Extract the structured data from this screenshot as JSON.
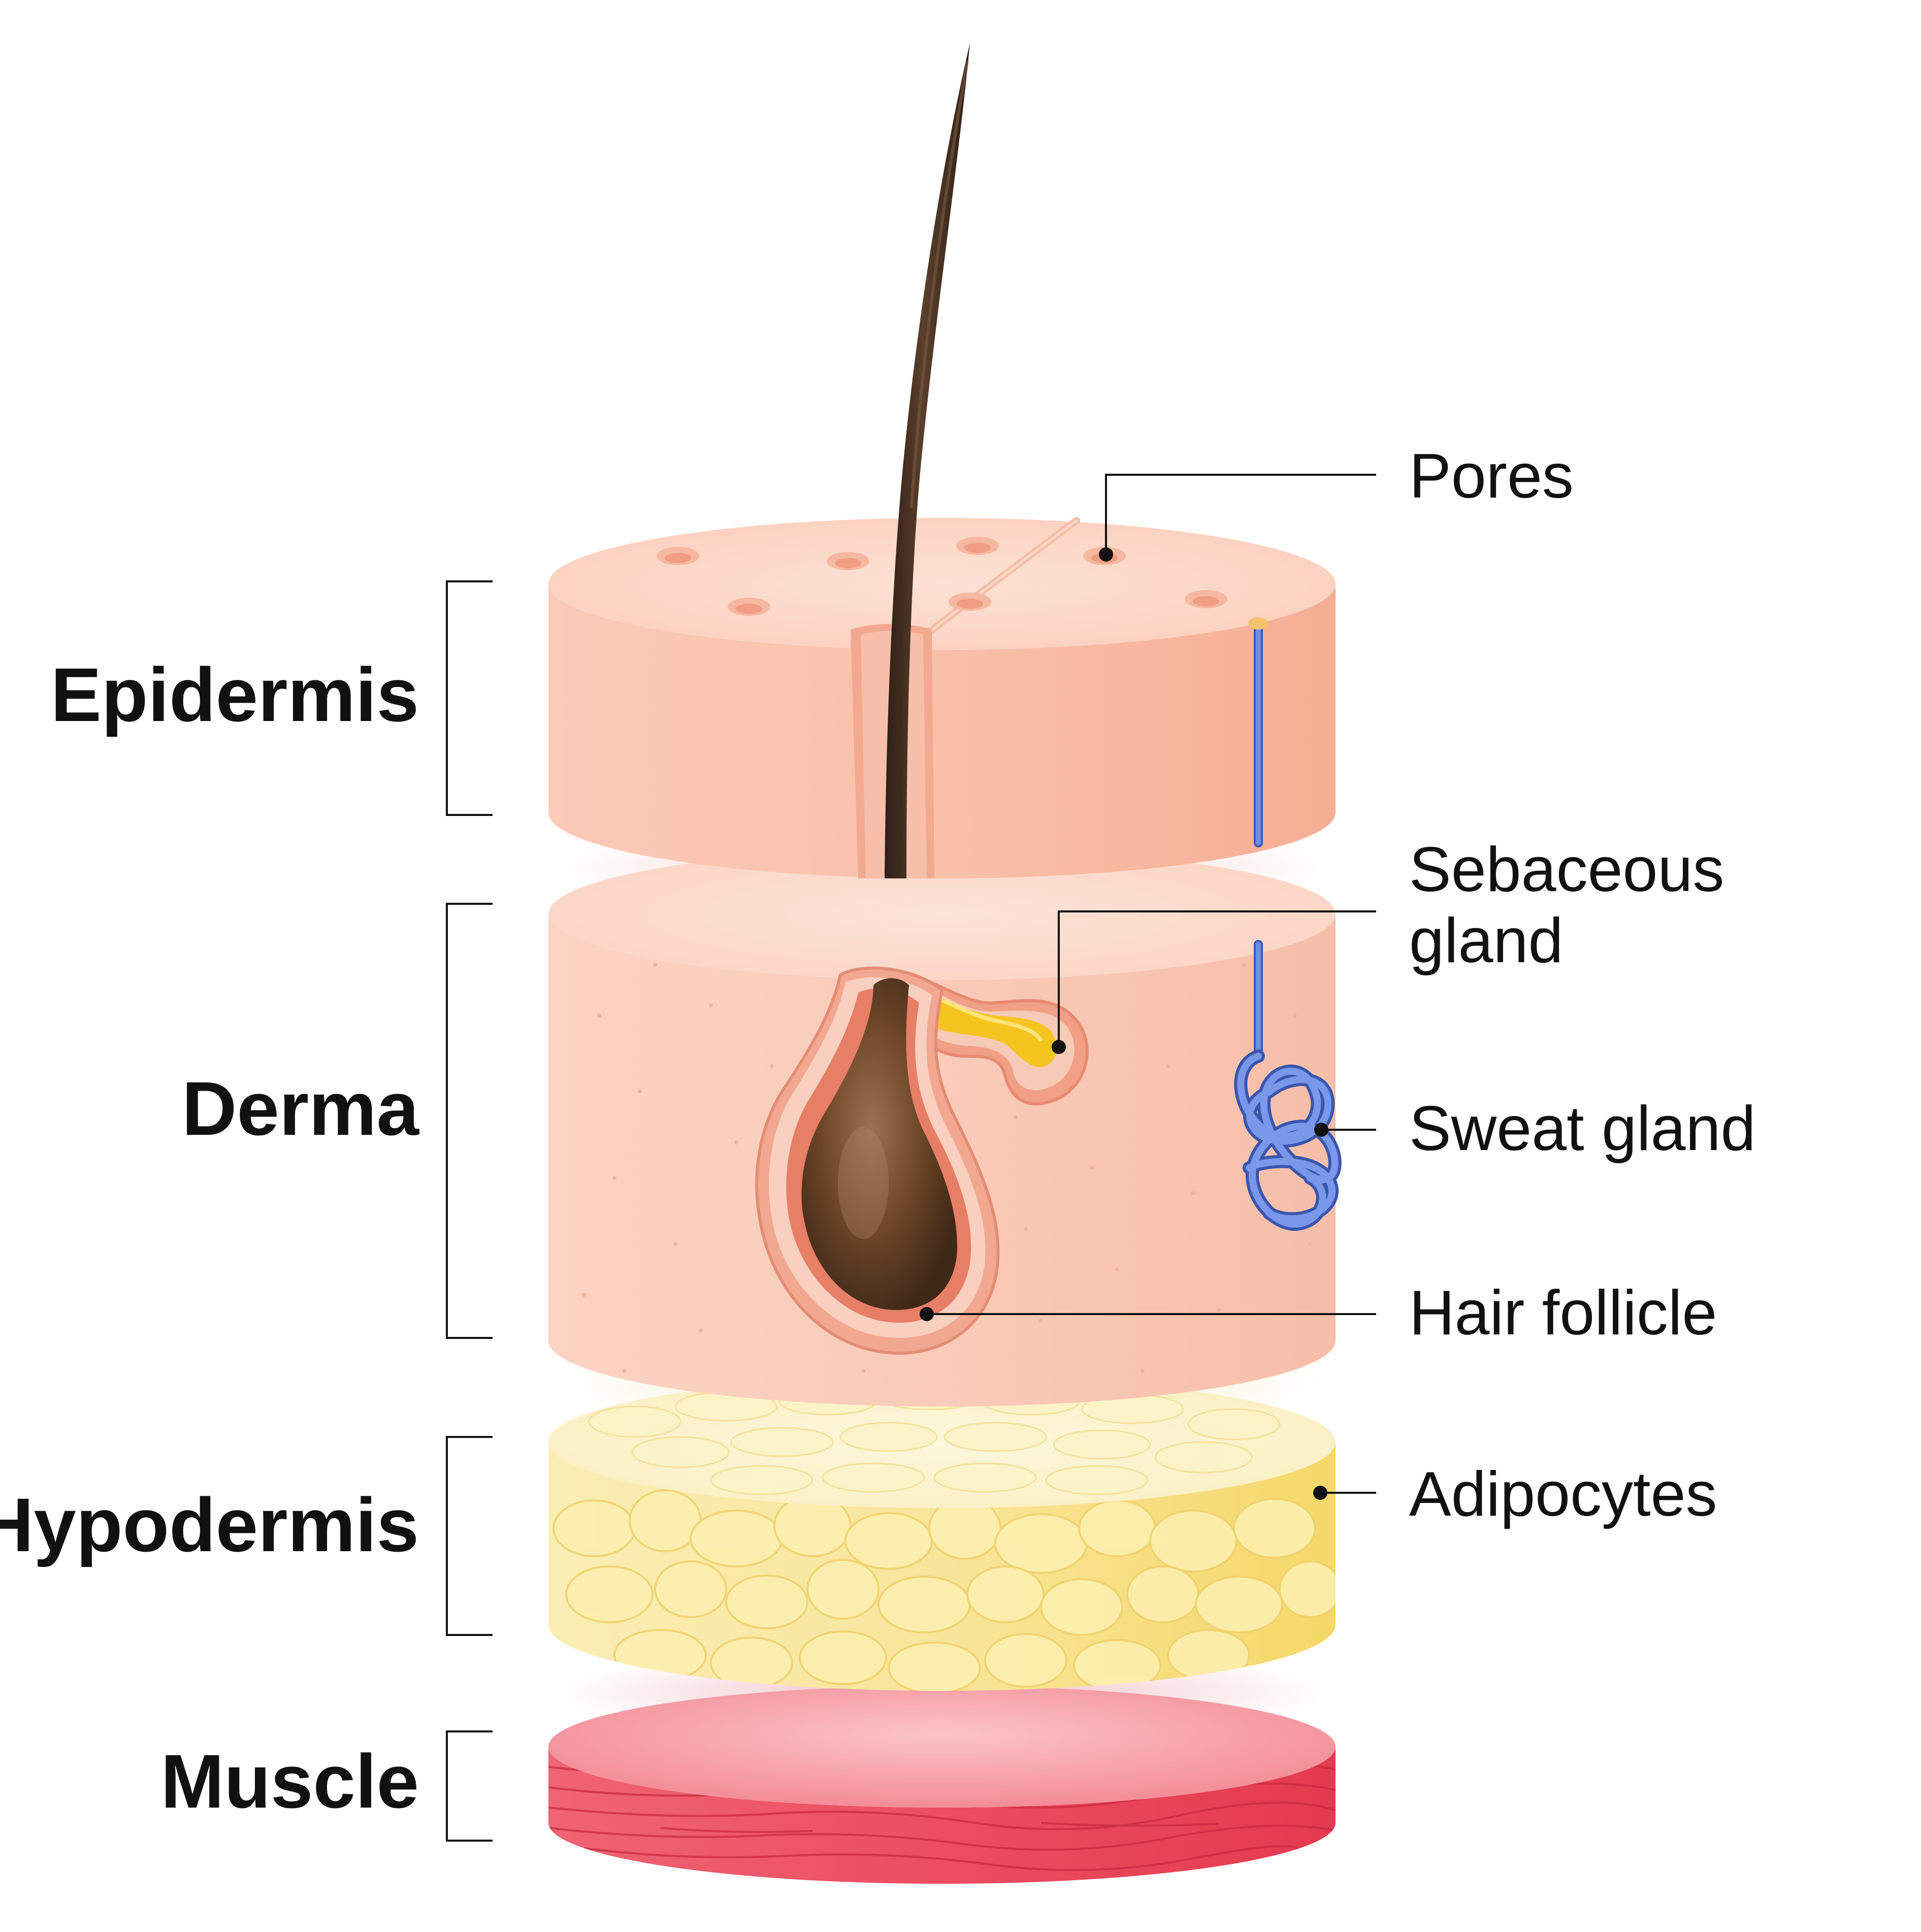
{
  "layers": {
    "epidermis": "Epidermis",
    "derma": "Derma",
    "hypodermis": "Hypodermis",
    "muscle": "Muscle"
  },
  "callouts": {
    "pores": "Pores",
    "sebaceous_line1": "Sebaceous",
    "sebaceous_line2": "gland",
    "sweat_gland": "Sweat gland",
    "hair_follicle": "Hair follicle",
    "adipocytes": "Adipocytes"
  },
  "colors": {
    "epidermis": "#f9bea6",
    "derma": "#f8c9b5",
    "hypodermis": "#f6e38a",
    "muscle": "#ea4a5c",
    "hair": "#3a271b",
    "sebum": "#f7c21d",
    "sweat_gland": "#5a7bd8"
  }
}
